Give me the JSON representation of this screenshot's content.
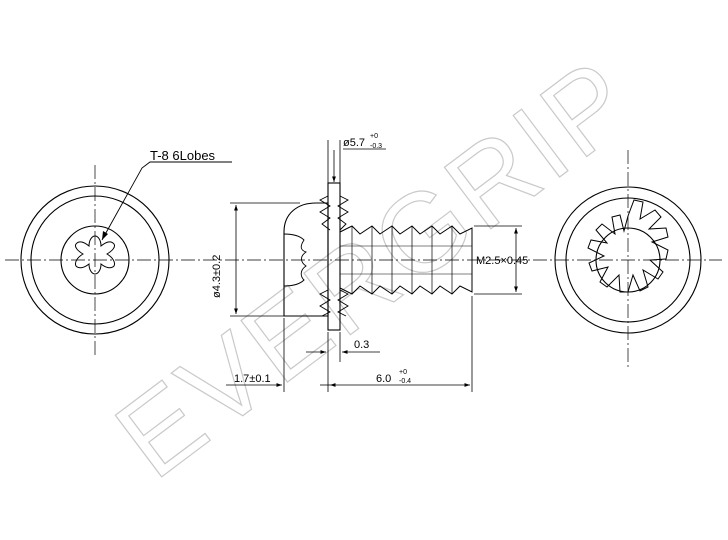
{
  "drawing": {
    "watermark": "EVERGRIP",
    "callout_drive": "T-8  6Lobes",
    "dim_head_diameter": "ø4.3±0.2",
    "dim_washer_od_base": "ø5.7",
    "dim_washer_od_tol_upper": "+0",
    "dim_washer_od_tol_lower": "-0.3",
    "dim_thread": "M2.5×0.45",
    "dim_washer_thickness": "0.3",
    "dim_head_height": "1.7±0.1",
    "dim_length_base": "6.0",
    "dim_length_tol_upper": "+0",
    "dim_length_tol_lower": "-0.4"
  }
}
